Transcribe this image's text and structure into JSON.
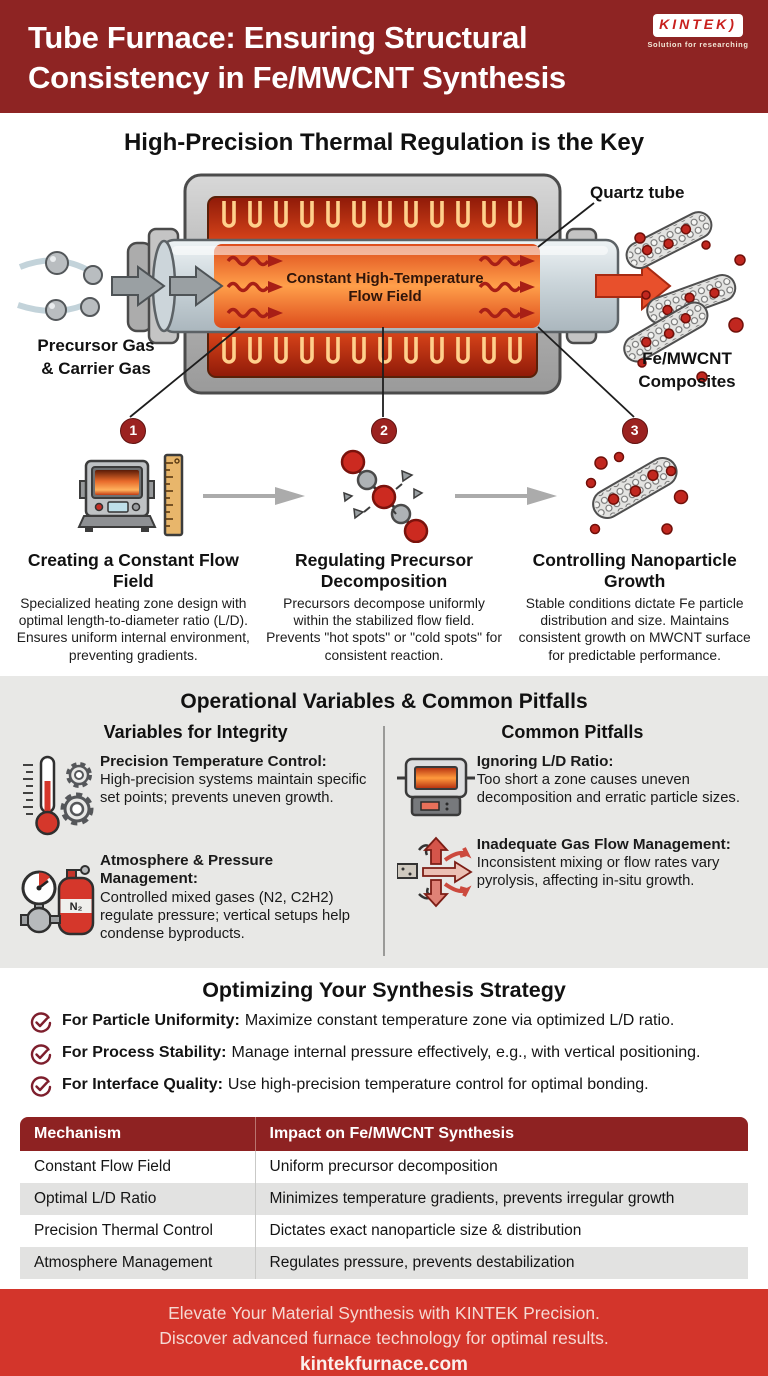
{
  "header": {
    "title_line1": "Tube Furnace: Ensuring Structural",
    "title_line2": "Consistency in Fe/MWCNT Synthesis",
    "logo": {
      "name": "KINTEK",
      "paren": ")",
      "tagline": "Solution for researching"
    }
  },
  "diagram": {
    "heading": "High-Precision Thermal Regulation is the Key",
    "labels": {
      "quartz_tube": "Quartz tube",
      "flow_field_line1": "Constant High-Temperature",
      "flow_field_line2": "Flow Field",
      "inlet_line1": "Precursor Gas",
      "inlet_line2": "& Carrier Gas",
      "outlet_line1": "Fe/MWCNT",
      "outlet_line2": "Composites"
    }
  },
  "steps": [
    {
      "number": "1",
      "title": "Creating a Constant Flow Field",
      "description": "Specialized heating zone design with optimal length-to-diameter ratio (L/D). Ensures uniform internal environment, preventing gradients."
    },
    {
      "number": "2",
      "title": "Regulating Precursor Decomposition",
      "description": "Precursors decompose uniformly within the stabilized flow field. Prevents \"hot spots\" or \"cold spots\" for consistent reaction."
    },
    {
      "number": "3",
      "title": "Controlling Nanoparticle Growth",
      "description": "Stable conditions dictate Fe particle distribution and size. Maintains consistent growth on MWCNT surface for predictable performance."
    }
  ],
  "variables_section": {
    "heading": "Operational Variables & Common Pitfalls",
    "left": {
      "heading": "Variables for Integrity",
      "items": [
        {
          "title": "Precision Temperature Control:",
          "text": "High-precision systems maintain specific set points; prevents uneven growth."
        },
        {
          "title": "Atmosphere & Pressure Management:",
          "text": "Controlled mixed gases (N2, C2H2) regulate pressure; vertical setups help condense byproducts."
        }
      ],
      "cylinder_label": "N₂"
    },
    "right": {
      "heading": "Common Pitfalls",
      "items": [
        {
          "title": "Ignoring L/D Ratio:",
          "text": "Too short a zone causes uneven decomposition and erratic particle sizes."
        },
        {
          "title": "Inadequate Gas Flow Management:",
          "text": "Inconsistent mixing or flow rates vary pyrolysis, affecting in-situ growth."
        }
      ]
    }
  },
  "strategy": {
    "heading": "Optimizing Your Synthesis Strategy",
    "items": [
      {
        "title": "For Particle Uniformity:",
        "text": "Maximize constant temperature zone via optimized L/D ratio."
      },
      {
        "title": "For Process Stability:",
        "text": "Manage internal pressure effectively, e.g., with vertical positioning."
      },
      {
        "title": "For Interface Quality:",
        "text": "Use high-precision temperature control for optimal bonding."
      }
    ]
  },
  "table": {
    "headers": [
      "Mechanism",
      "Impact on Fe/MWCNT Synthesis"
    ],
    "rows": [
      [
        "Constant Flow Field",
        "Uniform precursor decomposition"
      ],
      [
        "Optimal L/D Ratio",
        "Minimizes temperature gradients, prevents irregular growth"
      ],
      [
        "Precision Thermal Control",
        "Dictates exact nanoparticle size & distribution"
      ],
      [
        "Atmosphere Management",
        "Regulates pressure, prevents destabilization"
      ]
    ]
  },
  "footer": {
    "line1": "Elevate Your Material Synthesis with KINTEK Precision.",
    "line2": "Discover advanced furnace technology for optimal results.",
    "website": "kintekfurnace.com"
  },
  "colors": {
    "header_bg": "#8E2423",
    "footer_bg": "#D3352B",
    "accent_dark_red": "#8E2222",
    "section_bg": "#E8E8E6",
    "table_alt_row": "#E2E2E1"
  }
}
